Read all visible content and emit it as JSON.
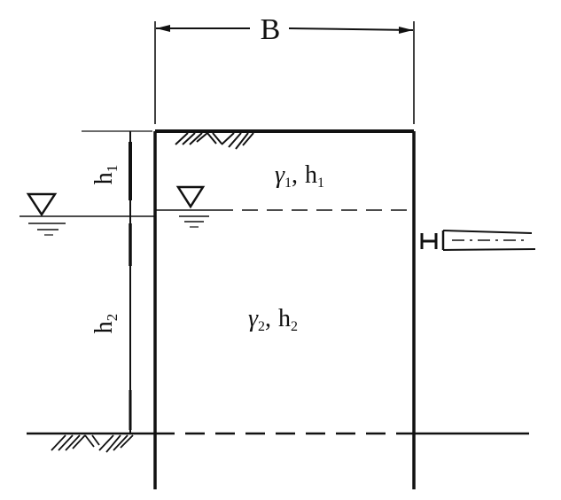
{
  "labels": {
    "width": "B",
    "upper_height_letter": "h",
    "upper_height_index": "1",
    "lower_height_letter": "h",
    "lower_height_index": "2",
    "upper_layer_gamma": "γ",
    "upper_layer_gamma_index": "1",
    "upper_layer_sep": ",",
    "upper_layer_h": "h",
    "upper_layer_h_index": "1",
    "lower_layer_gamma": "γ",
    "lower_layer_gamma_index": "2",
    "lower_layer_sep": ",",
    "lower_layer_h": "h",
    "lower_layer_h_index": "2"
  },
  "colors": {
    "ink": "#111111",
    "background": "#ffffff"
  }
}
